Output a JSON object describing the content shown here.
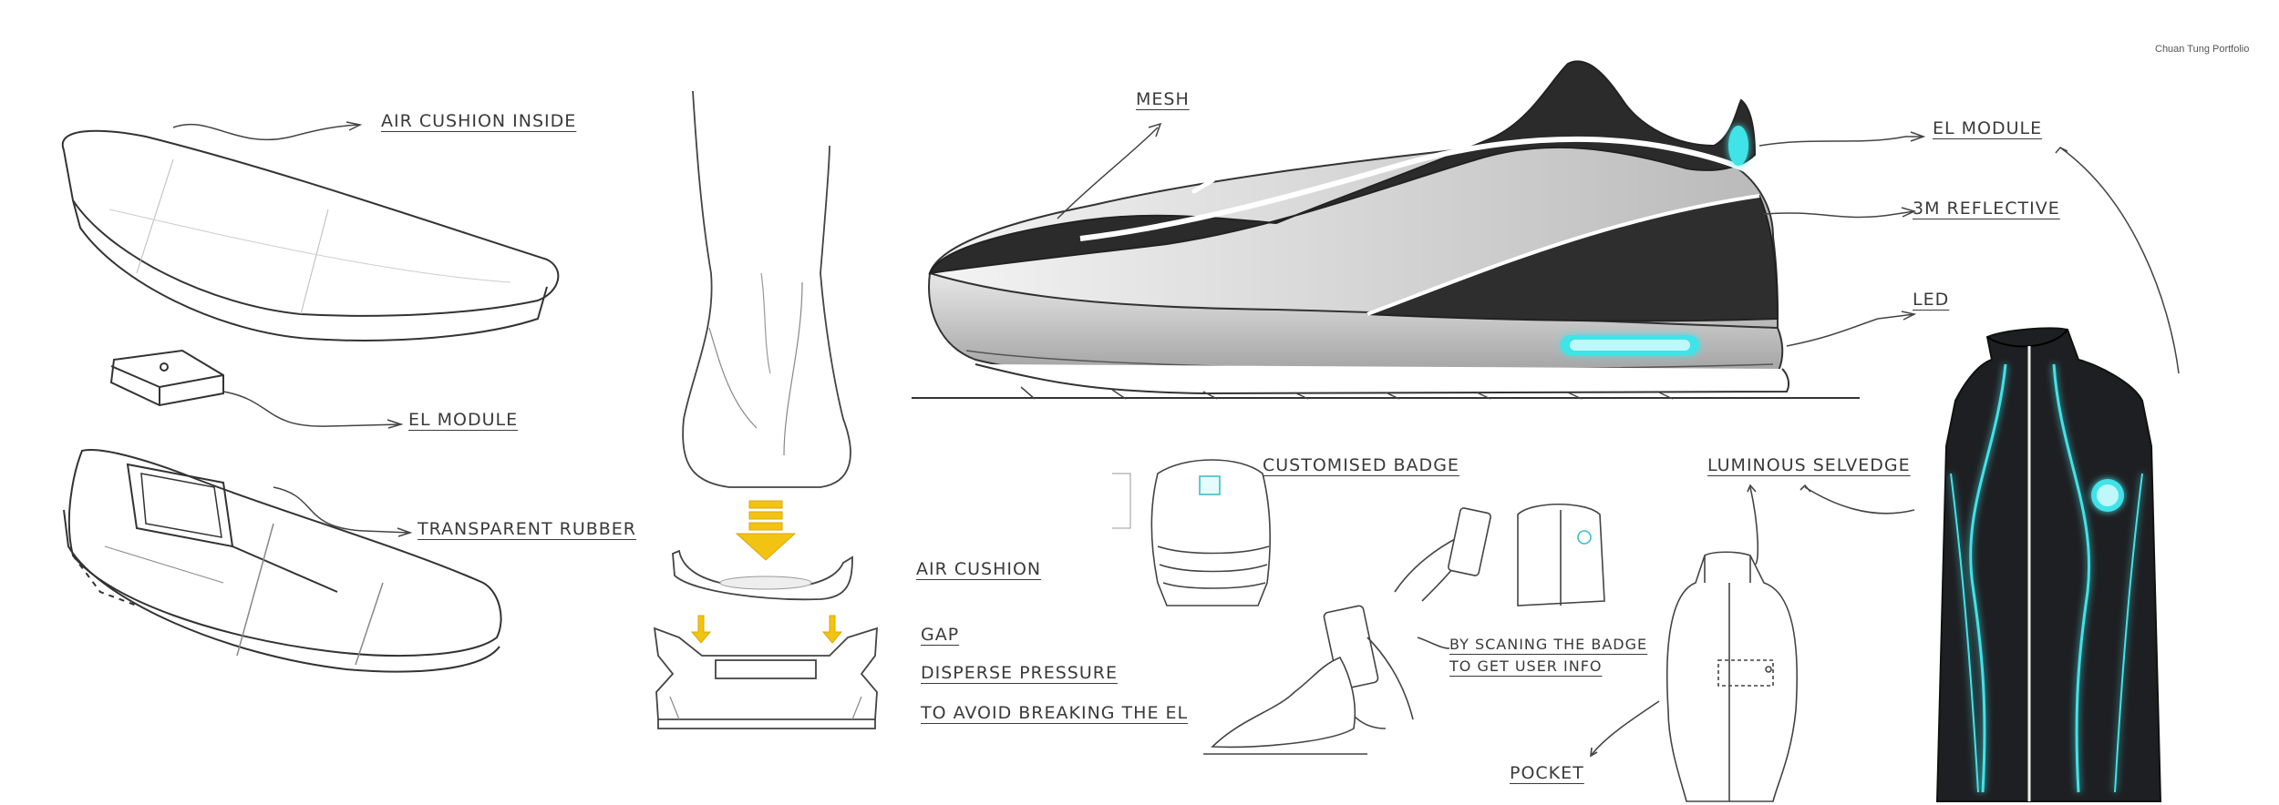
{
  "credit": "Chuan Tung Portfolio",
  "labels": {
    "air_cushion_inside": "AIR CUSHION INSIDE",
    "el_module_left": "EL MODULE",
    "transparent_rubber": "TRANSPARENT RUBBER",
    "mesh": "MESH",
    "el_module_shoe": "EL MODULE",
    "reflective_3m": "3M REFLECTIVE",
    "led": "LED",
    "air_cushion": "AIR CUSHION",
    "gap": "GAP",
    "disperse_pressure": "DISPERSE PRESSURE",
    "avoid_breaking": "TO AVOID BREAKING THE EL",
    "customised_badge": "CUSTOMISED BADGE",
    "by_scaning_line1": "BY SCANING THE BADGE",
    "by_scaning_line2": "TO GET USER INFO",
    "luminous_selvedge": "LUMINOUS SELVEDGE",
    "pocket": "POCKET"
  },
  "colors": {
    "glow": "#3fe3e8",
    "arrow_yellow": "#f2c313",
    "ink": "#3a3a3a",
    "shoe_dark": "#2b2b2b",
    "vest_dark": "#1e1f22"
  }
}
